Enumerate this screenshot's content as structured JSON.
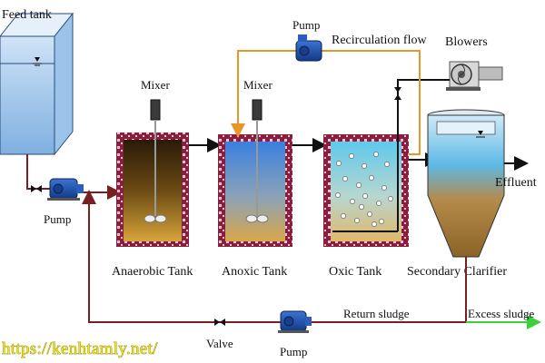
{
  "labels": {
    "feed_tank": "Feed tank",
    "pump_top": "Pump",
    "recirculation": "Recirculation  flow",
    "blowers": "Blowers",
    "mixer_1": "Mixer",
    "mixer_2": "Mixer",
    "effluent": "Effluent",
    "pump_left": "Pump",
    "anaerobic": "Anaerobic Tank",
    "anoxic": "Anoxic Tank",
    "oxic": "Oxic  Tank",
    "secondary": "Secondary Clarifier",
    "return_sludge": "Return sludge",
    "excess_sludge": "Excess sludge",
    "valve": "Valve",
    "pump_bottom": "Pump"
  },
  "watermark": "https://kenhtamly.net/",
  "colors": {
    "recirculation_line": "#e8952a",
    "sludge_line": "#7a1f1f",
    "brick_wall": "#8b1e3f",
    "pump_body": "#1f4fa8",
    "excess_line": "#3bd13b",
    "watermark": "#f2e600"
  },
  "icons": [
    "pump-icon",
    "valve-icon",
    "mixer-icon",
    "blower-icon",
    "water-level-icon"
  ]
}
